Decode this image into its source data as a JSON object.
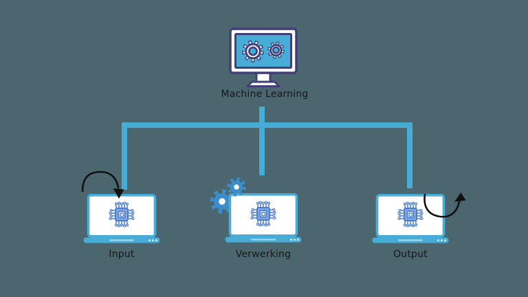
{
  "diagram": {
    "root": {
      "label": "Machine Learning",
      "icon": "monitor-gears-icon"
    },
    "nodes": [
      {
        "id": "input",
        "label": "Input",
        "icon": "laptop-chip-icon",
        "decoration": "arrow-into-laptop"
      },
      {
        "id": "verwerking",
        "label": "Verwerking",
        "icon": "laptop-chip-icon",
        "decoration": "processing-gears"
      },
      {
        "id": "output",
        "label": "Output",
        "icon": "laptop-chip-icon",
        "decoration": "arrow-out-of-laptop"
      }
    ],
    "colors": {
      "background": "#4C6670",
      "connector": "#47ADD6",
      "laptop_outline": "#47ADD6",
      "monitor_frame": "#423E78",
      "monitor_screen": "#47ADD6",
      "gear_accent": "#3B8EC9",
      "chip_outline": "#4A7CD0",
      "chip_fill": "#82A9E4",
      "arrow": "#111111",
      "label_text": "#161616"
    }
  }
}
